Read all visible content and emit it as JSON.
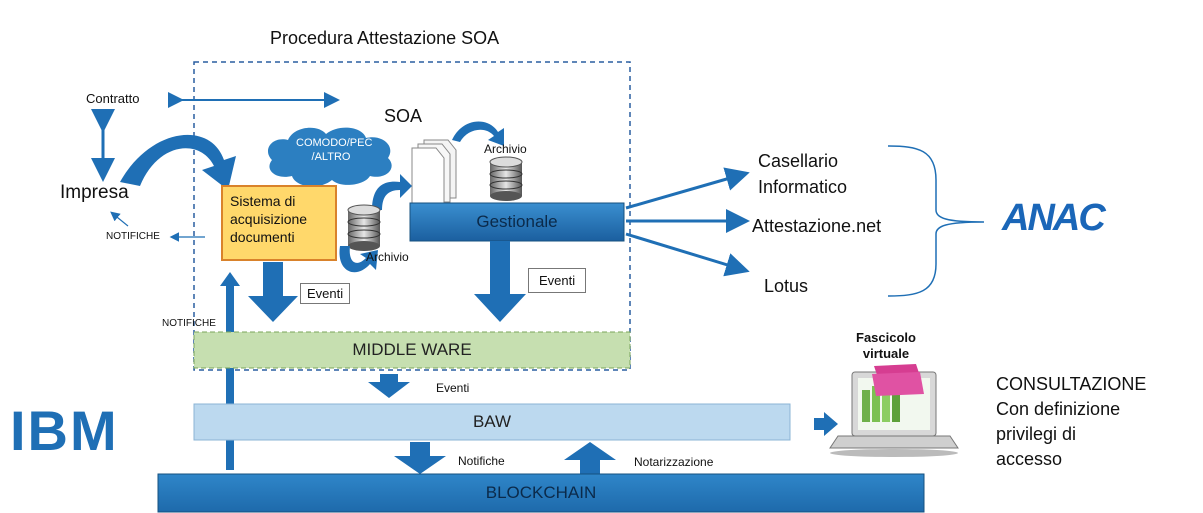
{
  "title": "Procedura Attestazione SOA",
  "labels": {
    "contratto": "Contratto",
    "impresa": "Impresa",
    "notifiche_small": "NOTIFICHE",
    "notifiche_left": "NOTIFICHE",
    "soa": "SOA",
    "cloud": "COMODO/PEC\n/ALTRO",
    "archivio_top": "Archivio",
    "archivio_mid": "Archivio",
    "sistema": "Sistema di\nacquisizione\ndocumenti",
    "gestionale": "Gestionale",
    "eventi_1": "Eventi",
    "eventi_2": "Eventi",
    "eventi_3": "Eventi",
    "middleware": "MIDDLE WARE",
    "baw": "BAW",
    "blockchain": "BLOCKCHAIN",
    "notifiche_bottom": "Notifiche",
    "notarizzazione": "Notarizzazione",
    "casellario": "Casellario\nInformatico",
    "attestazione": "Attestazione.net",
    "lotus": "Lotus",
    "anac": "ANAC",
    "ibm": "IBM",
    "fascicolo": "Fascicolo\nvirtuale",
    "consultazione": "CONSULTAZIONE\nCon definizione\nprivilegi di\naccesso"
  },
  "colors": {
    "blue_dark": "#1f6fb5",
    "blue_mid": "#2e80c4",
    "baw_fill": "#bcd9ef",
    "middleware_fill": "#c6dfb0",
    "sistema_fill": "#ffd86b",
    "sistema_border": "#d9822b",
    "anac_blue": "#1a66b8"
  }
}
